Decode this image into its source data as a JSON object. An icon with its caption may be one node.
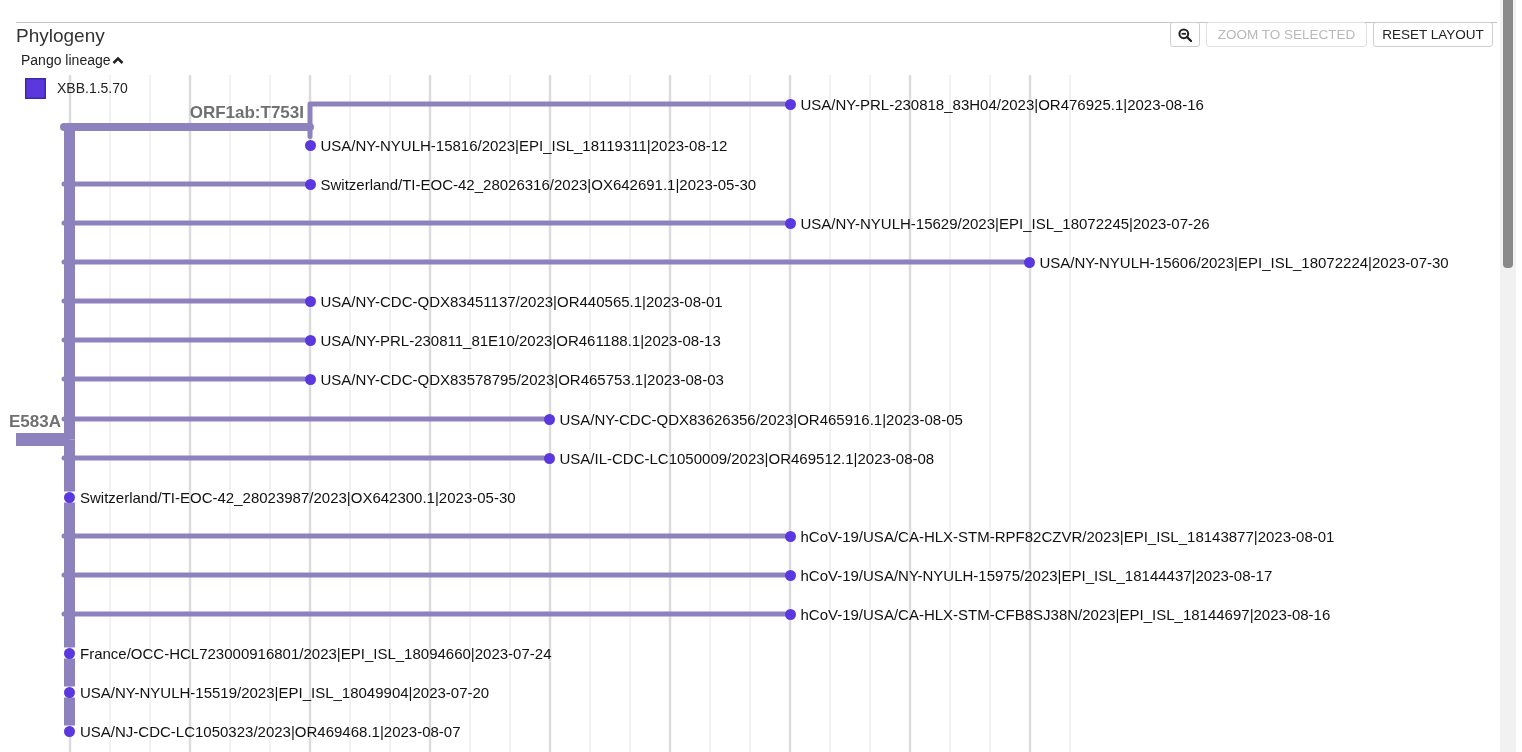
{
  "diagram": {
    "title": "Phylogeny",
    "nodes": [
      {
        "text": [],
        "shape": "circle",
        "beside": [
          "USA/NY-PRL-230818_83H04/2023|OR476925.1|2023-08-16"
        ]
      },
      {
        "text": [],
        "shape": "circle",
        "beside": [
          "USA/NY-NYULH-15816/2023|EPI_ISL_18119311|2023-08-12"
        ]
      },
      {
        "text": [],
        "shape": "circle",
        "beside": [
          "Switzerland/TI-EOC-42_28026316/2023|OX642691.1|2023-05-30"
        ]
      },
      {
        "text": [],
        "shape": "circle",
        "beside": [
          "USA/NY-NYULH-15629/2023|EPI_ISL_18072245|2023-07-26"
        ]
      },
      {
        "text": [],
        "shape": "circle",
        "beside": [
          "USA/NY-NYULH-15606/2023|EPI_ISL_18072224|2023-07-30"
        ]
      },
      {
        "text": [],
        "shape": "circle",
        "beside": [
          "USA/NY-CDC-QDX83451137/2023|OR440565.1|2023-08-01"
        ]
      },
      {
        "text": [],
        "shape": "circle",
        "beside": [
          "USA/NY-PRL-230811_81E10/2023|OR461188.1|2023-08-13"
        ]
      },
      {
        "text": [],
        "shape": "circle",
        "beside": [
          "USA/NY-CDC-QDX83578795/2023|OR465753.1|2023-08-03"
        ]
      },
      {
        "text": [],
        "shape": "circle",
        "beside": [
          "USA/NY-CDC-QDX83626356/2023|OR465916.1|2023-08-05"
        ]
      },
      {
        "text": [],
        "shape": "circle",
        "beside": [
          "USA/IL-CDC-LC1050009/2023|OR469512.1|2023-08-08"
        ]
      },
      {
        "text": [],
        "shape": "circle",
        "beside": [
          "Switzerland/TI-EOC-42_28023987/2023|OX642300.1|2023-05-30"
        ]
      },
      {
        "text": [],
        "shape": "circle",
        "beside": [
          "hCoV-19/USA/CA-HLX-STM-RPF82CZVR/2023|EPI_ISL_18143877|2023-08-01"
        ]
      },
      {
        "text": [],
        "shape": "circle",
        "beside": [
          "hCoV-19/USA/NY-NYULH-15975/2023|EPI_ISL_18144437|2023-08-17"
        ]
      },
      {
        "text": [],
        "shape": "circle",
        "beside": [
          "hCoV-19/USA/CA-HLX-STM-CFB8SJ38N/2023|EPI_ISL_18144697|2023-08-16"
        ]
      },
      {
        "text": [],
        "shape": "circle",
        "beside": [
          "France/OCC-HCL723000916801/2023|EPI_ISL_18094660|2023-07-24"
        ]
      },
      {
        "text": [],
        "shape": "circle",
        "beside": [
          "USA/NY-NYULH-15519/2023|EPI_ISL_18049904|2023-07-20"
        ]
      },
      {
        "text": [],
        "shape": "circle",
        "beside": [
          "USA/NJ-CDC-LC1050323/2023|OR469468.1|2023-08-07"
        ]
      }
    ],
    "edges": [
      {
        "from": null,
        "to": 0,
        "arrow": "none"
      },
      {
        "from": null,
        "to": 1,
        "arrow": "none"
      },
      {
        "from": null,
        "to": 2,
        "arrow": "none"
      },
      {
        "from": null,
        "to": 3,
        "arrow": "none"
      },
      {
        "from": null,
        "to": 4,
        "arrow": "none"
      },
      {
        "from": null,
        "to": 5,
        "arrow": "none"
      },
      {
        "from": null,
        "to": 6,
        "arrow": "none"
      },
      {
        "from": null,
        "to": 7,
        "arrow": "none"
      },
      {
        "from": null,
        "to": 8,
        "arrow": "none"
      },
      {
        "from": null,
        "to": 9,
        "arrow": "none"
      },
      {
        "from": null,
        "to": 10,
        "arrow": "none",
        "style": "thick"
      },
      {
        "from": null,
        "to": 11,
        "arrow": "none"
      },
      {
        "from": null,
        "to": 12,
        "arrow": "none"
      },
      {
        "from": null,
        "to": 13,
        "arrow": "none"
      },
      {
        "from": null,
        "to": 14,
        "arrow": "none",
        "style": "thick"
      },
      {
        "from": null,
        "to": 15,
        "arrow": "none",
        "style": "thick"
      },
      {
        "from": null,
        "to": 16,
        "arrow": "none",
        "style": "thick"
      }
    ],
    "labels": [
      "ZOOM TO SELECTED",
      "RESET LAYOUT",
      "Pango lineage",
      "ORF1ab:T753I",
      "E583A"
    ],
    "legend": [
      {
        "text": "XBB.1.5.70",
        "color": "#5b37de"
      }
    ]
  }
}
